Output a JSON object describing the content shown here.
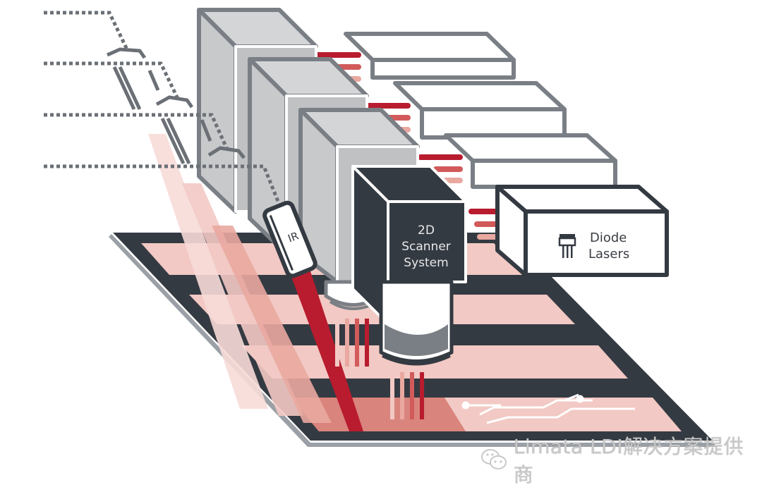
{
  "diagram": {
    "title": "LDI laser system illustration",
    "labels": {
      "scanner_line1": "2D",
      "scanner_line2": "Scanner",
      "scanner_line3": "System",
      "diode_line1": "Diode",
      "diode_line2": "Lasers",
      "ir": "IR"
    },
    "colors": {
      "dark": "#343a42",
      "gray_box": "#c8c9cb",
      "outline": "#7a7f85",
      "red": "#b81c2e",
      "red_mid": "#d25a5a",
      "pink": "#f2c9c4",
      "pink_light": "#f7dcd8"
    },
    "components": [
      "Galvo mirrors",
      "Laser modules",
      "Diode lasers",
      "IR sensor",
      "2D scanner system",
      "PCB panel"
    ]
  },
  "watermark": {
    "text": "Limata LDI解决方案提供商",
    "icon": "wechat-icon"
  }
}
